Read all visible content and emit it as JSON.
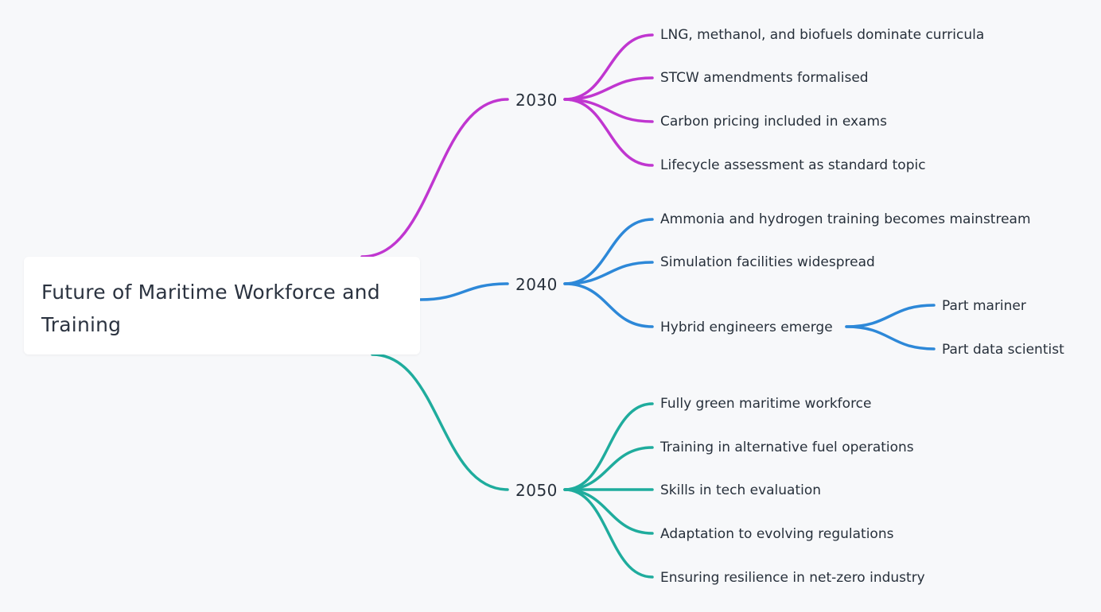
{
  "root": {
    "title": "Future of Maritime Workforce and Training"
  },
  "colors": {
    "2030": "#c036d0",
    "2040": "#2d88d8",
    "2050": "#1fac9d"
  },
  "branches": [
    {
      "label": "2030",
      "color": "#c036d0",
      "children": [
        {
          "label": "LNG, methanol, and biofuels dominate curricula"
        },
        {
          "label": "STCW amendments formalised"
        },
        {
          "label": "Carbon pricing included in exams"
        },
        {
          "label": "Lifecycle assessment as standard topic"
        }
      ]
    },
    {
      "label": "2040",
      "color": "#2d88d8",
      "children": [
        {
          "label": "Ammonia and hydrogen training becomes mainstream"
        },
        {
          "label": "Simulation facilities widespread"
        },
        {
          "label": "Hybrid engineers emerge",
          "children": [
            {
              "label": "Part mariner"
            },
            {
              "label": "Part data scientist"
            }
          ]
        }
      ]
    },
    {
      "label": "2050",
      "color": "#1fac9d",
      "children": [
        {
          "label": "Fully green maritime workforce"
        },
        {
          "label": "Training in alternative fuel operations"
        },
        {
          "label": "Skills in tech evaluation"
        },
        {
          "label": "Adaptation to evolving regulations"
        },
        {
          "label": "Ensuring resilience in net-zero industry"
        }
      ]
    }
  ]
}
